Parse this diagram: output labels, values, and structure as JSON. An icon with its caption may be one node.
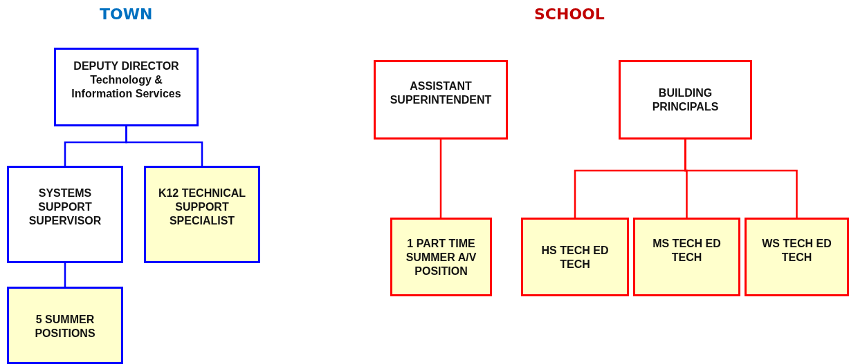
{
  "diagram": {
    "labels": [
      "TOWN",
      "SCHOOL"
    ],
    "nodes": [
      {
        "text": [
          "DEPUTY DIRECTOR",
          "Technology & Information Services"
        ]
      },
      {
        "text": [
          "SYSTEMS SUPPORT SUPERVISOR"
        ]
      },
      {
        "text": [
          "K12 TECHNICAL SUPPORT SPECIALIST"
        ]
      },
      {
        "text": [
          "5 SUMMER POSITIONS"
        ]
      },
      {
        "text": [
          "ASSISTANT SUPERINTENDENT"
        ]
      },
      {
        "text": [
          "BUILDING PRINCIPALS"
        ]
      },
      {
        "text": [
          "1 PART TIME SUMMER A/V POSITION"
        ]
      },
      {
        "text": [
          "HS TECH ED TECH"
        ]
      },
      {
        "text": [
          "MS TECH ED TECH"
        ]
      },
      {
        "text": [
          "WS TECH ED TECH"
        ]
      }
    ],
    "edges": [
      {
        "from": 0,
        "to": 1,
        "arrow": "none",
        "color": "#0000ff"
      },
      {
        "from": 0,
        "to": 2,
        "arrow": "none",
        "color": "#0000ff"
      },
      {
        "from": 1,
        "to": 3,
        "arrow": "none",
        "color": "#0000ff"
      },
      {
        "from": 4,
        "to": 6,
        "arrow": "none"
      },
      {
        "from": 5,
        "to": 7,
        "arrow": "none"
      },
      {
        "from": 5,
        "to": 8,
        "arrow": "none"
      },
      {
        "from": 5,
        "to": 9,
        "arrow": "none"
      }
    ]
  }
}
